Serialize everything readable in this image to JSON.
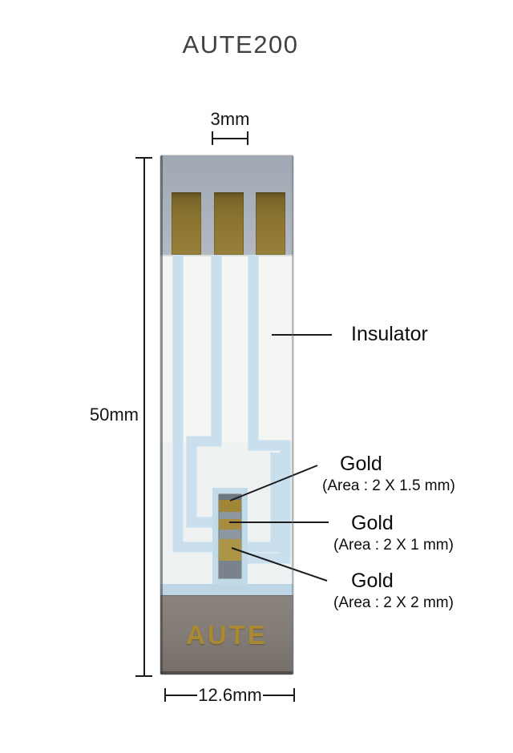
{
  "title": "AUTE200",
  "dimensions": {
    "pad_width": "3mm",
    "strip_length": "50mm",
    "strip_width": "12.6mm"
  },
  "strip": {
    "brand": "AUTE",
    "colors": {
      "contact_pad_gold": "#8c7531",
      "electrode_gold": "#a98f3e",
      "trace_blue": "#c9dfee",
      "insulator_white": "#f3f5f2",
      "top_section_gray": "#a9b1bb",
      "bottom_section_gray": "#817a75",
      "brand_gold": "#aa8932",
      "annotation_line": "#1c1c1c"
    }
  },
  "annotations": {
    "insulator": {
      "label": "Insulator"
    },
    "gold_top": {
      "label": "Gold",
      "area": "(Area : 2 X 1.5 mm)"
    },
    "gold_middle": {
      "label": "Gold",
      "area": "(Area : 2 X 1 mm)"
    },
    "gold_bottom": {
      "label": "Gold",
      "area": "(Area : 2 X 2 mm)"
    }
  }
}
